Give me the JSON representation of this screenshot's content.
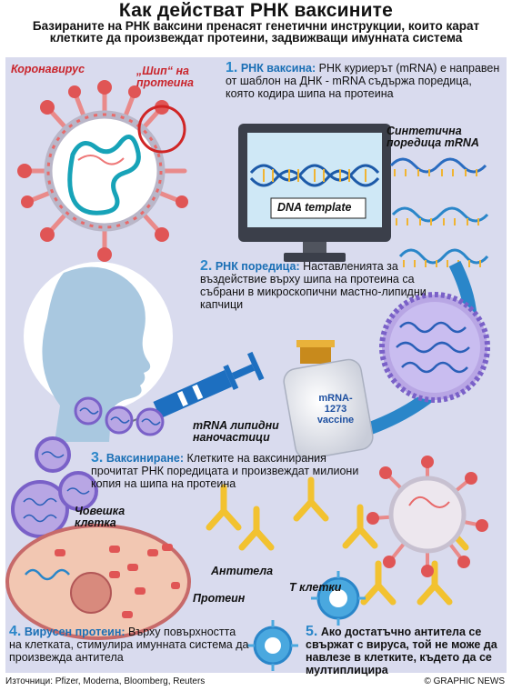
{
  "title": "Как действат РНК ваксините",
  "subtitle": "Базираните на РНК ваксини пренасят генетични инструкции, които карат клетките да произвеждат протеини, задвижващи имунната система",
  "labels": {
    "coronavirus": "Коронавирус",
    "spike": "„Шип“ на протеина",
    "synthetic_sequence": "Синтетична поредица mRNA",
    "dna_template": "DNA template",
    "vaccine_vial_line1": "mRNA-",
    "vaccine_vial_line2": "1273",
    "vaccine_vial_line3": "vaccine",
    "lipid_nanoparticles": "mRNA липидни наночастици",
    "human_cell": "Човешка клетка",
    "antibodies": "Антитела",
    "protein": "Протеин",
    "t_cells": "Т клетки"
  },
  "steps": [
    {
      "num": "1.",
      "heading": "РНК ваксина:",
      "text": "РНК куриерът (mRNA) е направен от шаблон на ДНК - mRNA съдържа поредица, която кодира шипа на протеина"
    },
    {
      "num": "2.",
      "heading": "РНК поредица:",
      "text": "Наставленията за въздействие върху шипа на протеина са събрани в микроскопични мастно-липидни капчици"
    },
    {
      "num": "3.",
      "heading": "Ваксиниране:",
      "text": "Клетките на ваксинирания прочитат РНК поредицата и произвеждат милиони копия на шипа на протеина"
    },
    {
      "num": "4.",
      "heading": "Вирусен протеин:",
      "text": "Върху повърхността на клетката, стимулира имунната система да произвежда антитела"
    },
    {
      "num": "5.",
      "heading": "",
      "text": "Ако достатъчно антитела се свържат с вируса, той не може да навлезе в клетките, където да се мултиплицира"
    }
  ],
  "footer": {
    "sources": "Източници: Pfizer, Moderna, Bloomberg, Reuters",
    "credit": "© GRAPHIC NEWS"
  },
  "colors": {
    "accent_blue": "#2a86c9",
    "label_red": "#c9252c",
    "panel_bg": "#d9dbee",
    "virus_red": "#d94a4a",
    "antibody_yellow": "#f2c230",
    "tcell_blue": "#4aa8df"
  }
}
